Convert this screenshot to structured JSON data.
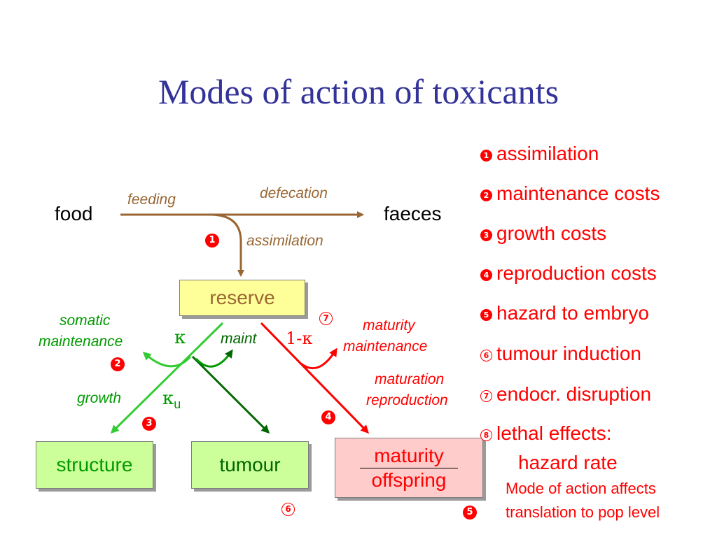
{
  "title": "Modes of action of toxicants",
  "nodes": {
    "food": "food",
    "faeces": "faeces",
    "reserve": "reserve",
    "structure": "structure",
    "tumour": "tumour",
    "maturity": "maturity",
    "offspring": "offspring"
  },
  "flows": {
    "feeding": "feeding",
    "defecation": "defecation",
    "assimilation": "assimilation",
    "somatic_maintenance_1": "somatic",
    "somatic_maintenance_2": "maintenance",
    "kappa": "κ",
    "maint": "maint",
    "one_minus_kappa": "1-κ",
    "maturity_maintenance_1": "maturity",
    "maturity_maintenance_2": "maintenance",
    "maturation_1": "maturation",
    "maturation_2": "reproduction",
    "growth": "growth",
    "kappa_u": "κ",
    "kappa_u_sub": "u"
  },
  "markers": {
    "m1": "1",
    "m2": "2",
    "m3": "3",
    "m4": "4",
    "m5": "5",
    "m6": "6",
    "m7": "7"
  },
  "legend": [
    {
      "num": "1",
      "label": "assimilation"
    },
    {
      "num": "2",
      "label": "maintenance costs"
    },
    {
      "num": "3",
      "label": "growth costs"
    },
    {
      "num": "4",
      "label": "reproduction costs"
    },
    {
      "num": "5",
      "label": "hazard to embryo"
    },
    {
      "num": "6",
      "label": "tumour induction"
    },
    {
      "num": "7",
      "label": "endocr. disruption"
    },
    {
      "num": "8",
      "label": "lethal effects:"
    }
  ],
  "legend_extra": "hazard rate",
  "note_line1": "Mode of action affects",
  "note_line2": "translation to pop level",
  "colors": {
    "title": "#333399",
    "brown": "#996633",
    "green": "#009900",
    "dark_green": "#006600",
    "red": "#ff0000",
    "box_yellow": "#ffff99",
    "box_green": "#ccff99",
    "box_pink": "#ffcccc"
  }
}
